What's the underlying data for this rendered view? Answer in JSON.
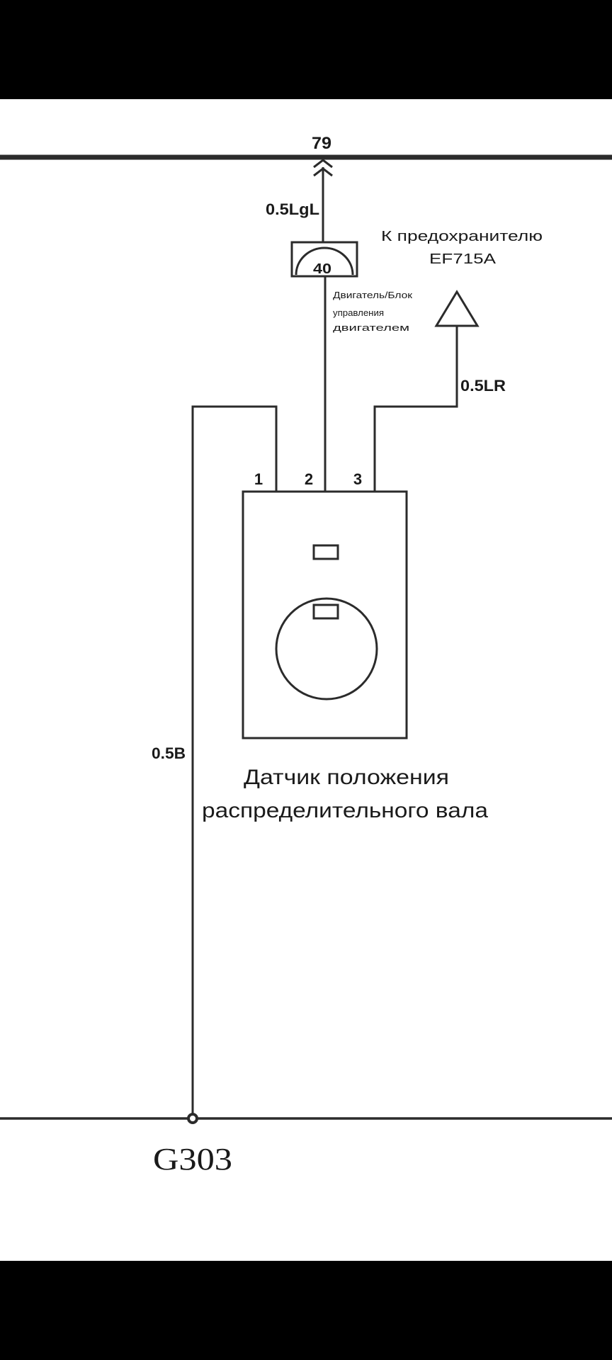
{
  "diagram": {
    "bus_number": "79",
    "wire_top": "0.5LgL",
    "connector_number": "40",
    "connector_caption": [
      "Двигатель/Блок",
      "управления",
      "двигателем"
    ],
    "fuse_caption_line1": "К предохранителю",
    "fuse_caption_line2": "EF715A",
    "wire_right": "0.5LR",
    "wire_left": "0.5B",
    "pin_1": "1",
    "pin_2": "2",
    "pin_3": "3",
    "sensor_name_line1": "Датчик положения",
    "sensor_name_line2": "распределительного вала",
    "ground_label": "G303"
  },
  "colors": {
    "background": "#ffffff",
    "frame": "#000000",
    "ink": "#2b2b2b"
  }
}
